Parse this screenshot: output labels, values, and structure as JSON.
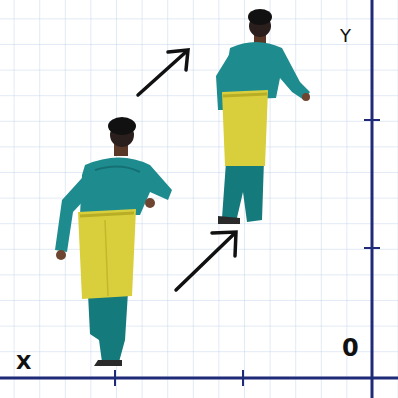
{
  "diagram": {
    "labels": [
      "X",
      "Y",
      "0"
    ]
  }
}
